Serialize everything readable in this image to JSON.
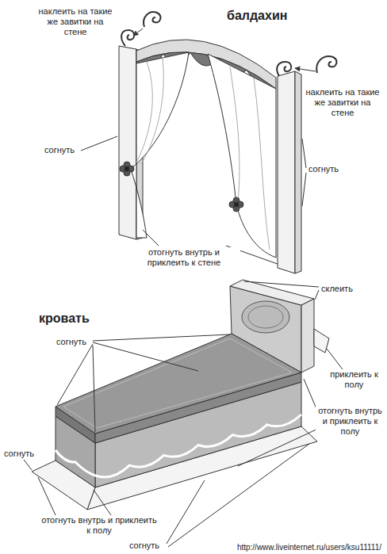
{
  "diagram": {
    "labels": [
      "наклеить на такие же завитки на стене",
      "балдахин",
      "наклеить на такие же завитки на стене",
      "согнуть",
      "согнуть",
      "отогнуть внутрь и приклеить к стене",
      "кровать",
      "склеить",
      "согнуть",
      "приклеить к полу",
      "отогнуть внутрь и приклеить к полу",
      "согнуть",
      "отогнуть внутрь и приклеить к полу",
      "согнуть",
      "http://www.liveinternet.ru/users/ksu11111/"
    ]
  }
}
